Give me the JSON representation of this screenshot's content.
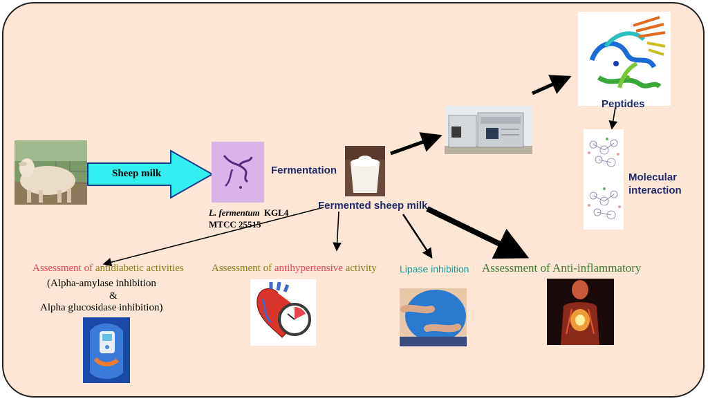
{
  "input_arrow_label": "Sheep milk",
  "strain": {
    "name": "L. fermentum",
    "code": "KGL4",
    "mtcc": "MTCC 25515"
  },
  "fermentation_label": "Fermentation",
  "product_label": "Fermented sheep milk",
  "peptides_label": "Peptides",
  "molecular": {
    "line1": "Molecular",
    "line2": "interaction"
  },
  "antidiabetic": {
    "prefix": "Assessment of ",
    "highlight": "antidiabetic activities",
    "detail1": "(Alpha-amylase inhibition",
    "amp": "&",
    "detail2": "Alpha glucosidase inhibition)"
  },
  "antihypertensive": {
    "prefix": "Assessment of ",
    "highlight": "antihypertensive",
    "suffix": " activity"
  },
  "lipase_label": "Lipase inhibition",
  "antiinflammatory_label": "Assessment of Anti-inflammatory",
  "colors": {
    "background": "#fde6d6",
    "arrow_fill": "#33f0f0",
    "navy_text": "#1f2a6b",
    "red_text": "#e8424a",
    "olive_text": "#8a7a10",
    "teal_text": "#1a9a94",
    "green_text": "#3a7a2a"
  }
}
